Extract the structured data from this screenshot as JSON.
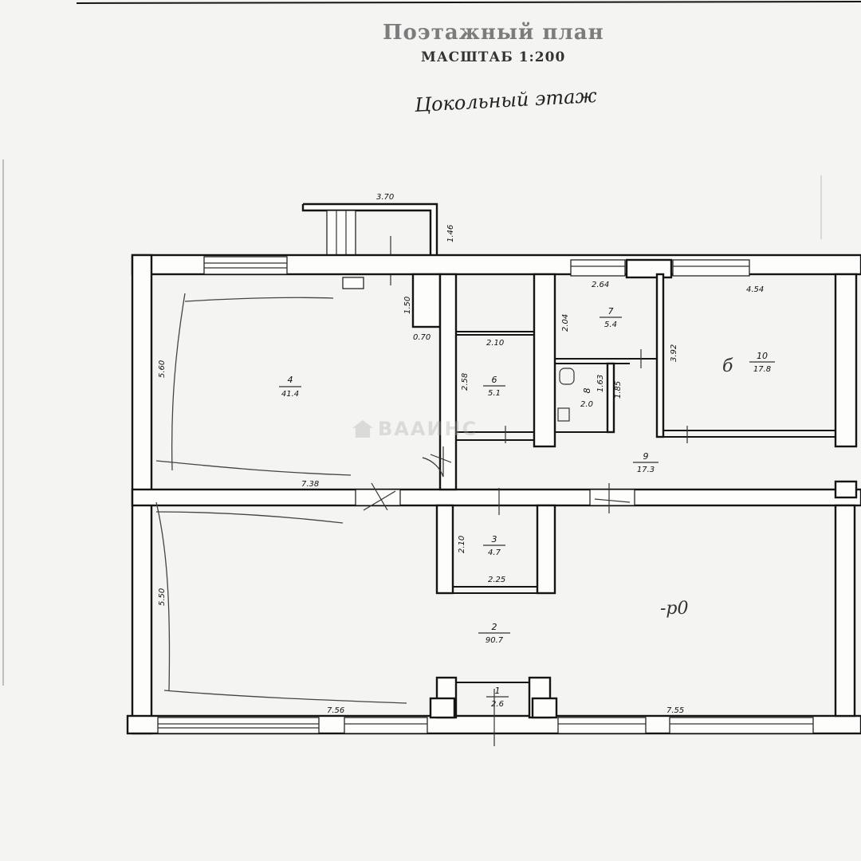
{
  "header": {
    "title": "Поэтажный план",
    "scale": "МАСШТАБ 1:200",
    "floor_name": "Цокольный этаж"
  },
  "watermark": "ВААИНС",
  "rooms": [
    {
      "id": "r1",
      "number": "1",
      "area": "2.6"
    },
    {
      "id": "r2",
      "number": "2",
      "area": "90.7"
    },
    {
      "id": "r3",
      "number": "3",
      "area": "4.7"
    },
    {
      "id": "r4",
      "number": "4",
      "area": "41.4"
    },
    {
      "id": "r6",
      "number": "6",
      "area": "5.1"
    },
    {
      "id": "r7",
      "number": "7",
      "area": "5.4"
    },
    {
      "id": "r8",
      "number": "8",
      "area": "2.0"
    },
    {
      "id": "r9",
      "number": "9",
      "area": "17.3"
    },
    {
      "id": "r10",
      "number": "10",
      "area": "17.8"
    }
  ],
  "dimensions": {
    "d370": "3.70",
    "d146": "1.46",
    "d150": "1.50",
    "d070": "0.70",
    "d560": "5.60",
    "d738": "7.38",
    "d210a": "2.10",
    "d258": "2.58",
    "d264": "2.64",
    "d204": "2.04",
    "d163": "1.63",
    "d185": "1.85",
    "d392": "3.92",
    "d454": "4.54",
    "d550": "5.50",
    "d210b": "2.10",
    "d225": "2.25",
    "d756": "7.56",
    "d755": "7.55"
  },
  "annotations": {
    "hand1": "б",
    "hand2": "-р0"
  }
}
